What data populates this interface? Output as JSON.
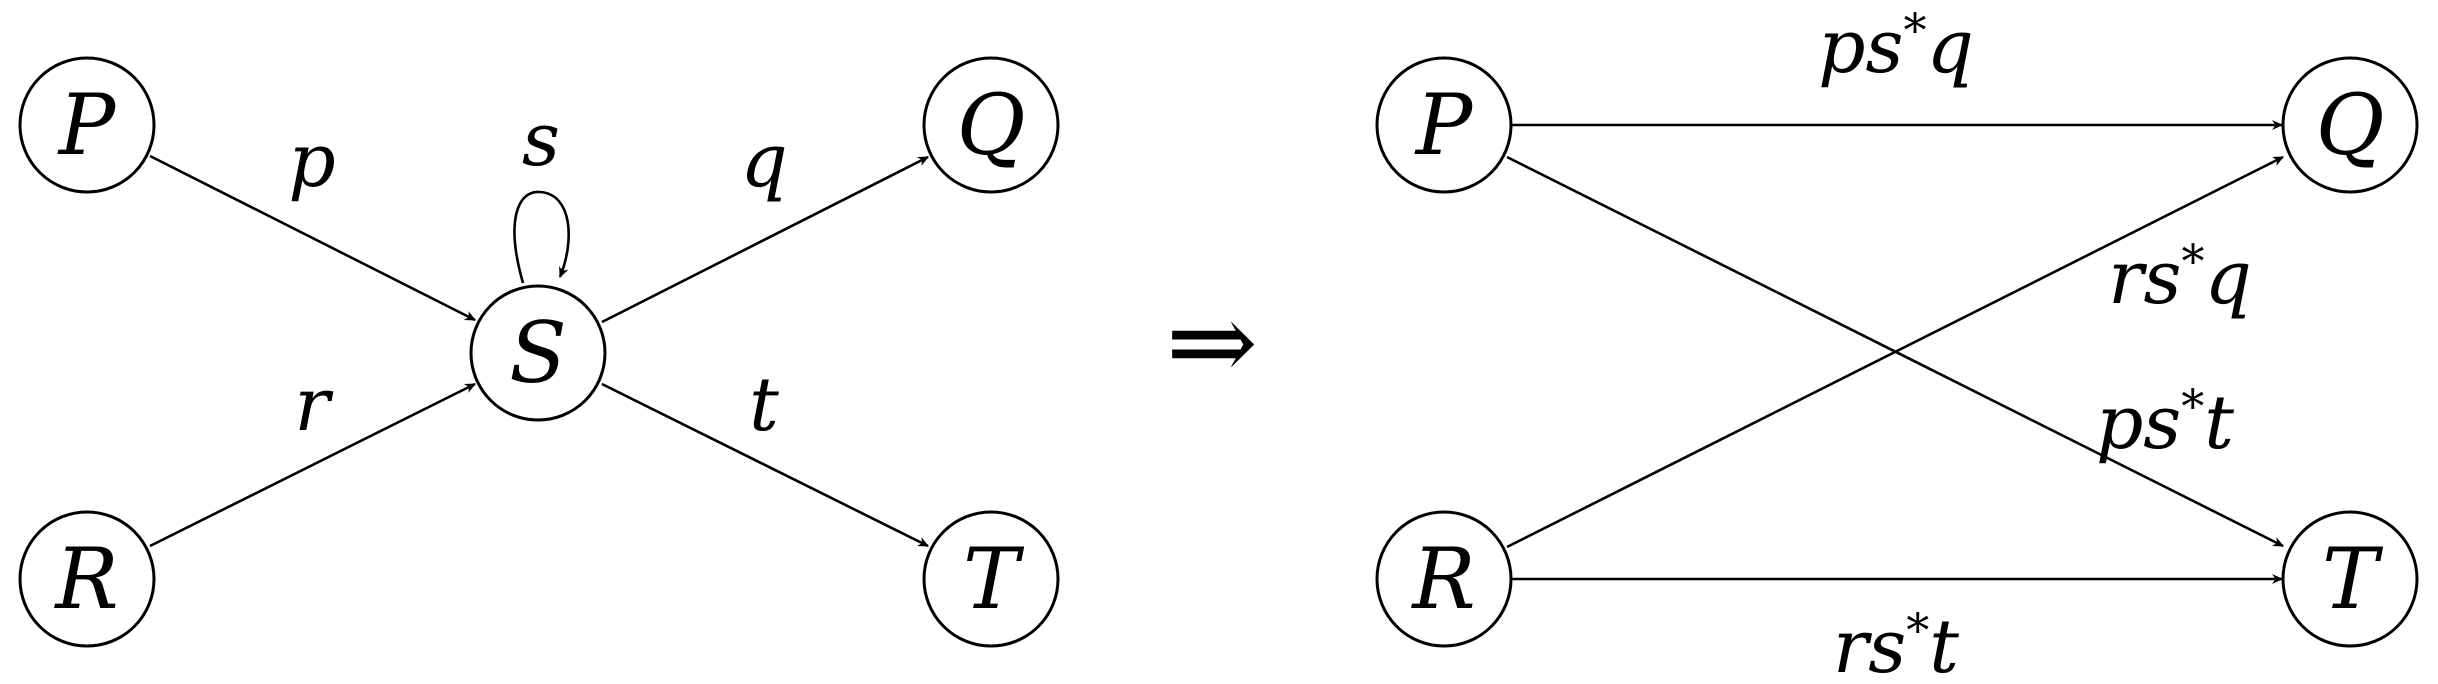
{
  "left_graph": {
    "nodes": {
      "P": "P",
      "R": "R",
      "S": "S",
      "Q": "Q",
      "T": "T"
    },
    "edge_labels": {
      "p": "p",
      "r": "r",
      "s": "s",
      "q": "q",
      "t": "t"
    }
  },
  "transform_symbol": "⇒",
  "right_graph": {
    "nodes": {
      "P": "P",
      "R": "R",
      "Q": "Q",
      "T": "T"
    },
    "edge_labels": {
      "ps_q": {
        "base": "ps",
        "star": "*",
        "tail": "q"
      },
      "rs_q": {
        "base": "rs",
        "star": "*",
        "tail": "q"
      },
      "ps_t": {
        "base": "ps",
        "star": "*",
        "tail": "t"
      },
      "rs_t": {
        "base": "rs",
        "star": "*",
        "tail": "t"
      }
    }
  }
}
